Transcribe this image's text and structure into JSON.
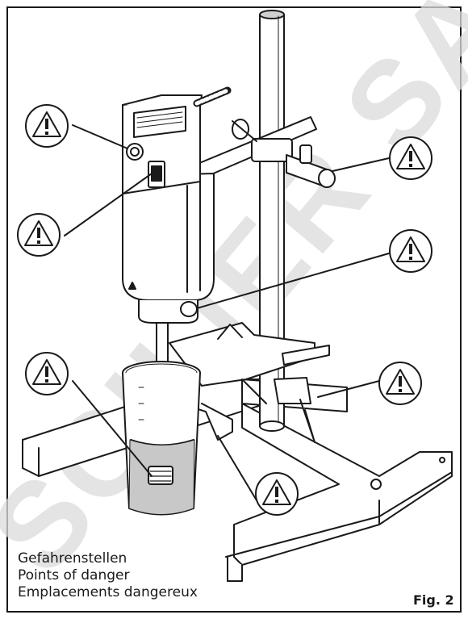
{
  "caption": {
    "line_de": "Gefahrenstellen",
    "line_en": "Points of danger",
    "line_fr": "Emplacements dangereux"
  },
  "figure_label": "Fig. 2",
  "watermark_text": "SCILIER SAS",
  "colors": {
    "line": "#1a1a1a",
    "watermark": "#d9d9d9",
    "shade": "#888888"
  }
}
